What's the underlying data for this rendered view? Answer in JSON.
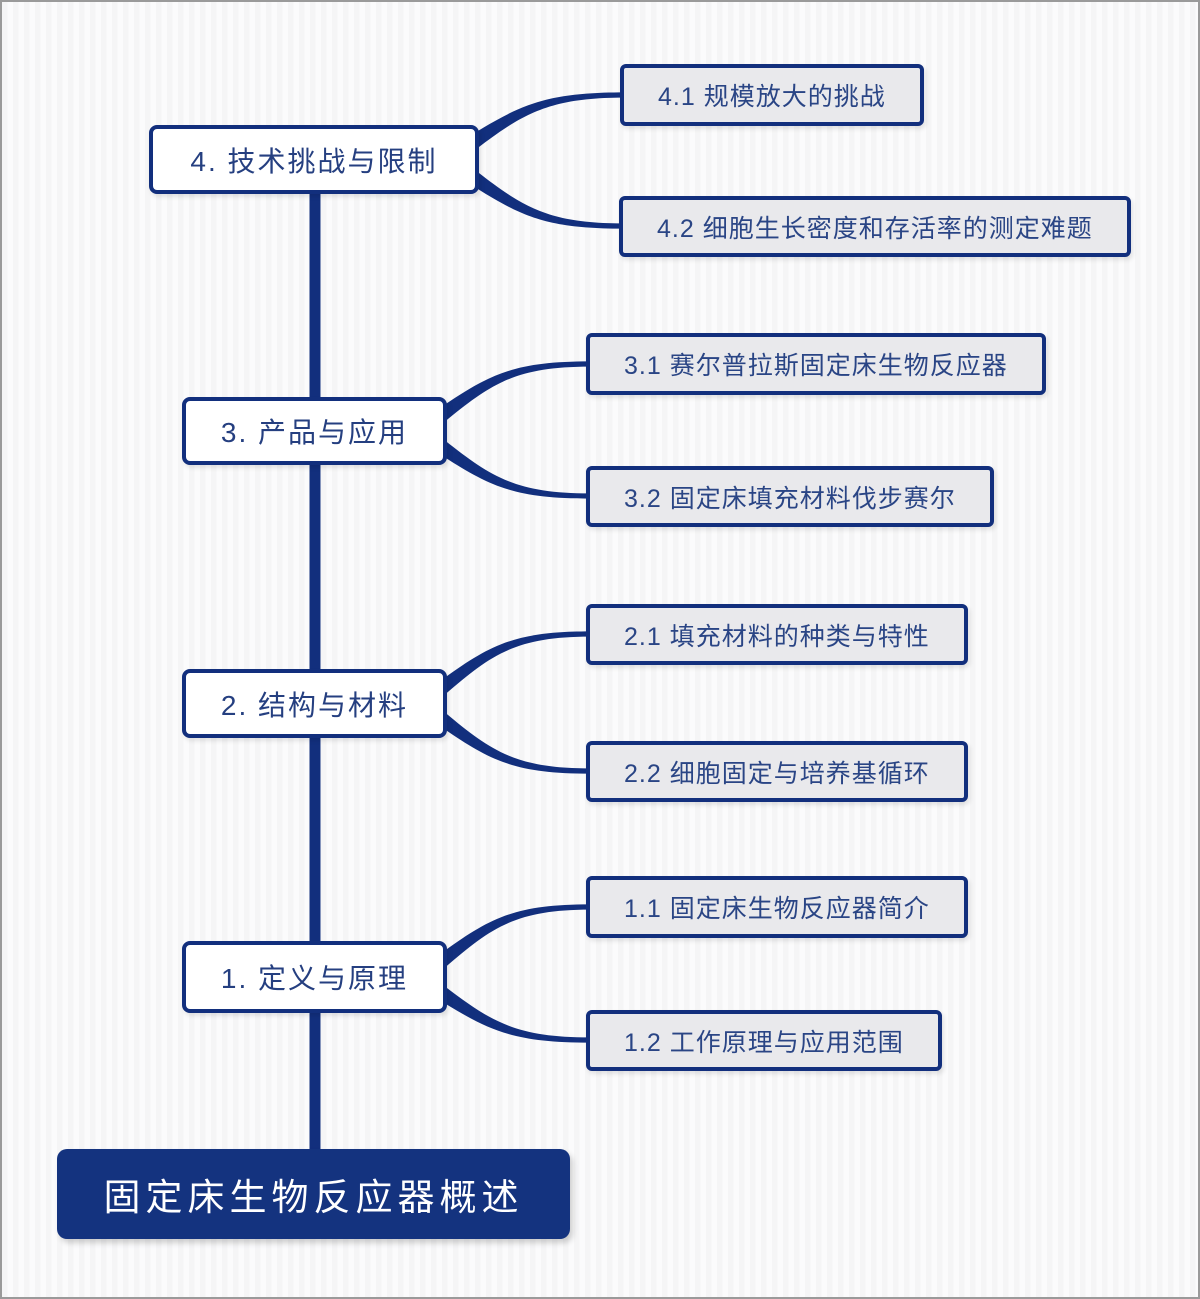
{
  "root": {
    "label": "固定床生物反应器概述"
  },
  "branches": [
    {
      "label": "1. 定义与原理",
      "children": [
        {
          "label": "1.1 固定床生物反应器简介"
        },
        {
          "label": "1.2 工作原理与应用范围"
        }
      ]
    },
    {
      "label": "2. 结构与材料",
      "children": [
        {
          "label": "2.1 填充材料的种类与特性"
        },
        {
          "label": "2.2 细胞固定与培养基循环"
        }
      ]
    },
    {
      "label": "3. 产品与应用",
      "children": [
        {
          "label": "3.1 赛尔普拉斯固定床生物反应器"
        },
        {
          "label": "3.2 固定床填充材料伐步赛尔"
        }
      ]
    },
    {
      "label": "4. 技术挑战与限制",
      "children": [
        {
          "label": "4.1 规模放大的挑战"
        },
        {
          "label": "4.2 细胞生长密度和存活率的测定难题"
        }
      ]
    }
  ],
  "colors": {
    "line_navy": "#122f7d",
    "root_fill": "#14337f",
    "branch_fill": "#ffffff",
    "child_fill": "#e9e9ec",
    "node_text": "#2a4585"
  }
}
